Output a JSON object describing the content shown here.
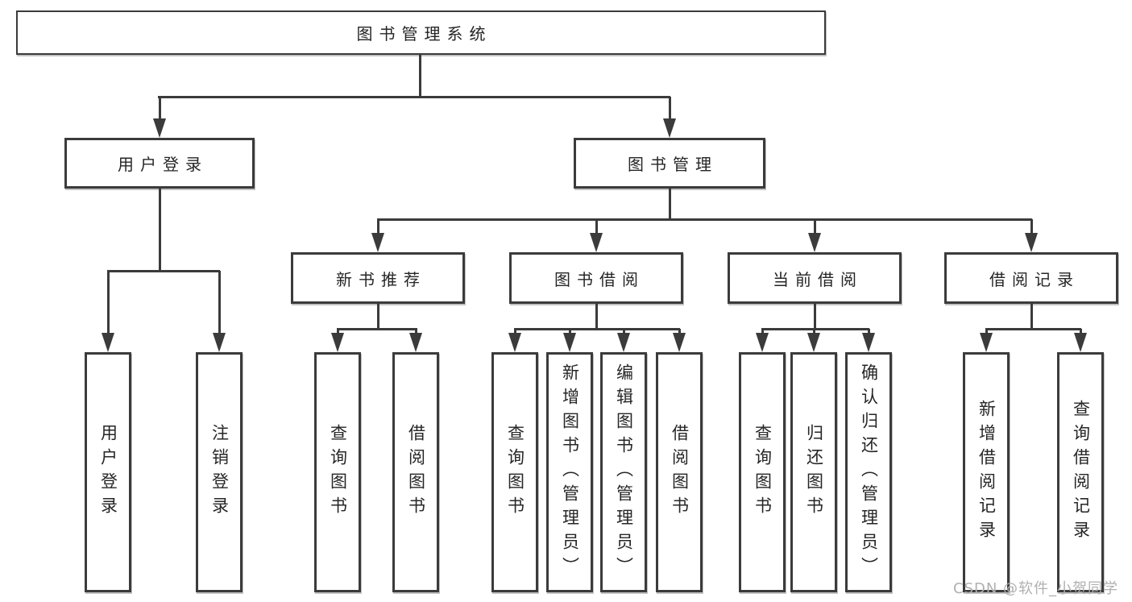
{
  "tree": {
    "root": {
      "label": "图书管理系统"
    },
    "login": {
      "label": "用户登录",
      "children": [
        {
          "label": "用户登录"
        },
        {
          "label": "注销登录"
        }
      ]
    },
    "management": {
      "label": "图书管理",
      "sections": [
        {
          "label": "新书推荐",
          "children": [
            {
              "label": "查询图书"
            },
            {
              "label": "借阅图书"
            }
          ]
        },
        {
          "label": "图书借阅",
          "children": [
            {
              "label": "查询图书"
            },
            {
              "label": "新增图书（管理员）"
            },
            {
              "label": "编辑图书（管理员）"
            },
            {
              "label": "借阅图书"
            }
          ]
        },
        {
          "label": "当前借阅",
          "children": [
            {
              "label": "查询图书"
            },
            {
              "label": "归还图书"
            },
            {
              "label": "确认归还（管理员）"
            }
          ]
        },
        {
          "label": "借阅记录",
          "children": [
            {
              "label": "新增借阅记录"
            },
            {
              "label": "查询借阅记录"
            }
          ]
        }
      ]
    }
  },
  "watermark": {
    "text": "CSDN @软件_小贺同学"
  },
  "colors": {
    "line": "#3b3b3b",
    "text": "#262626",
    "background": "#ffffff",
    "watermark": "#b0b0b0"
  }
}
